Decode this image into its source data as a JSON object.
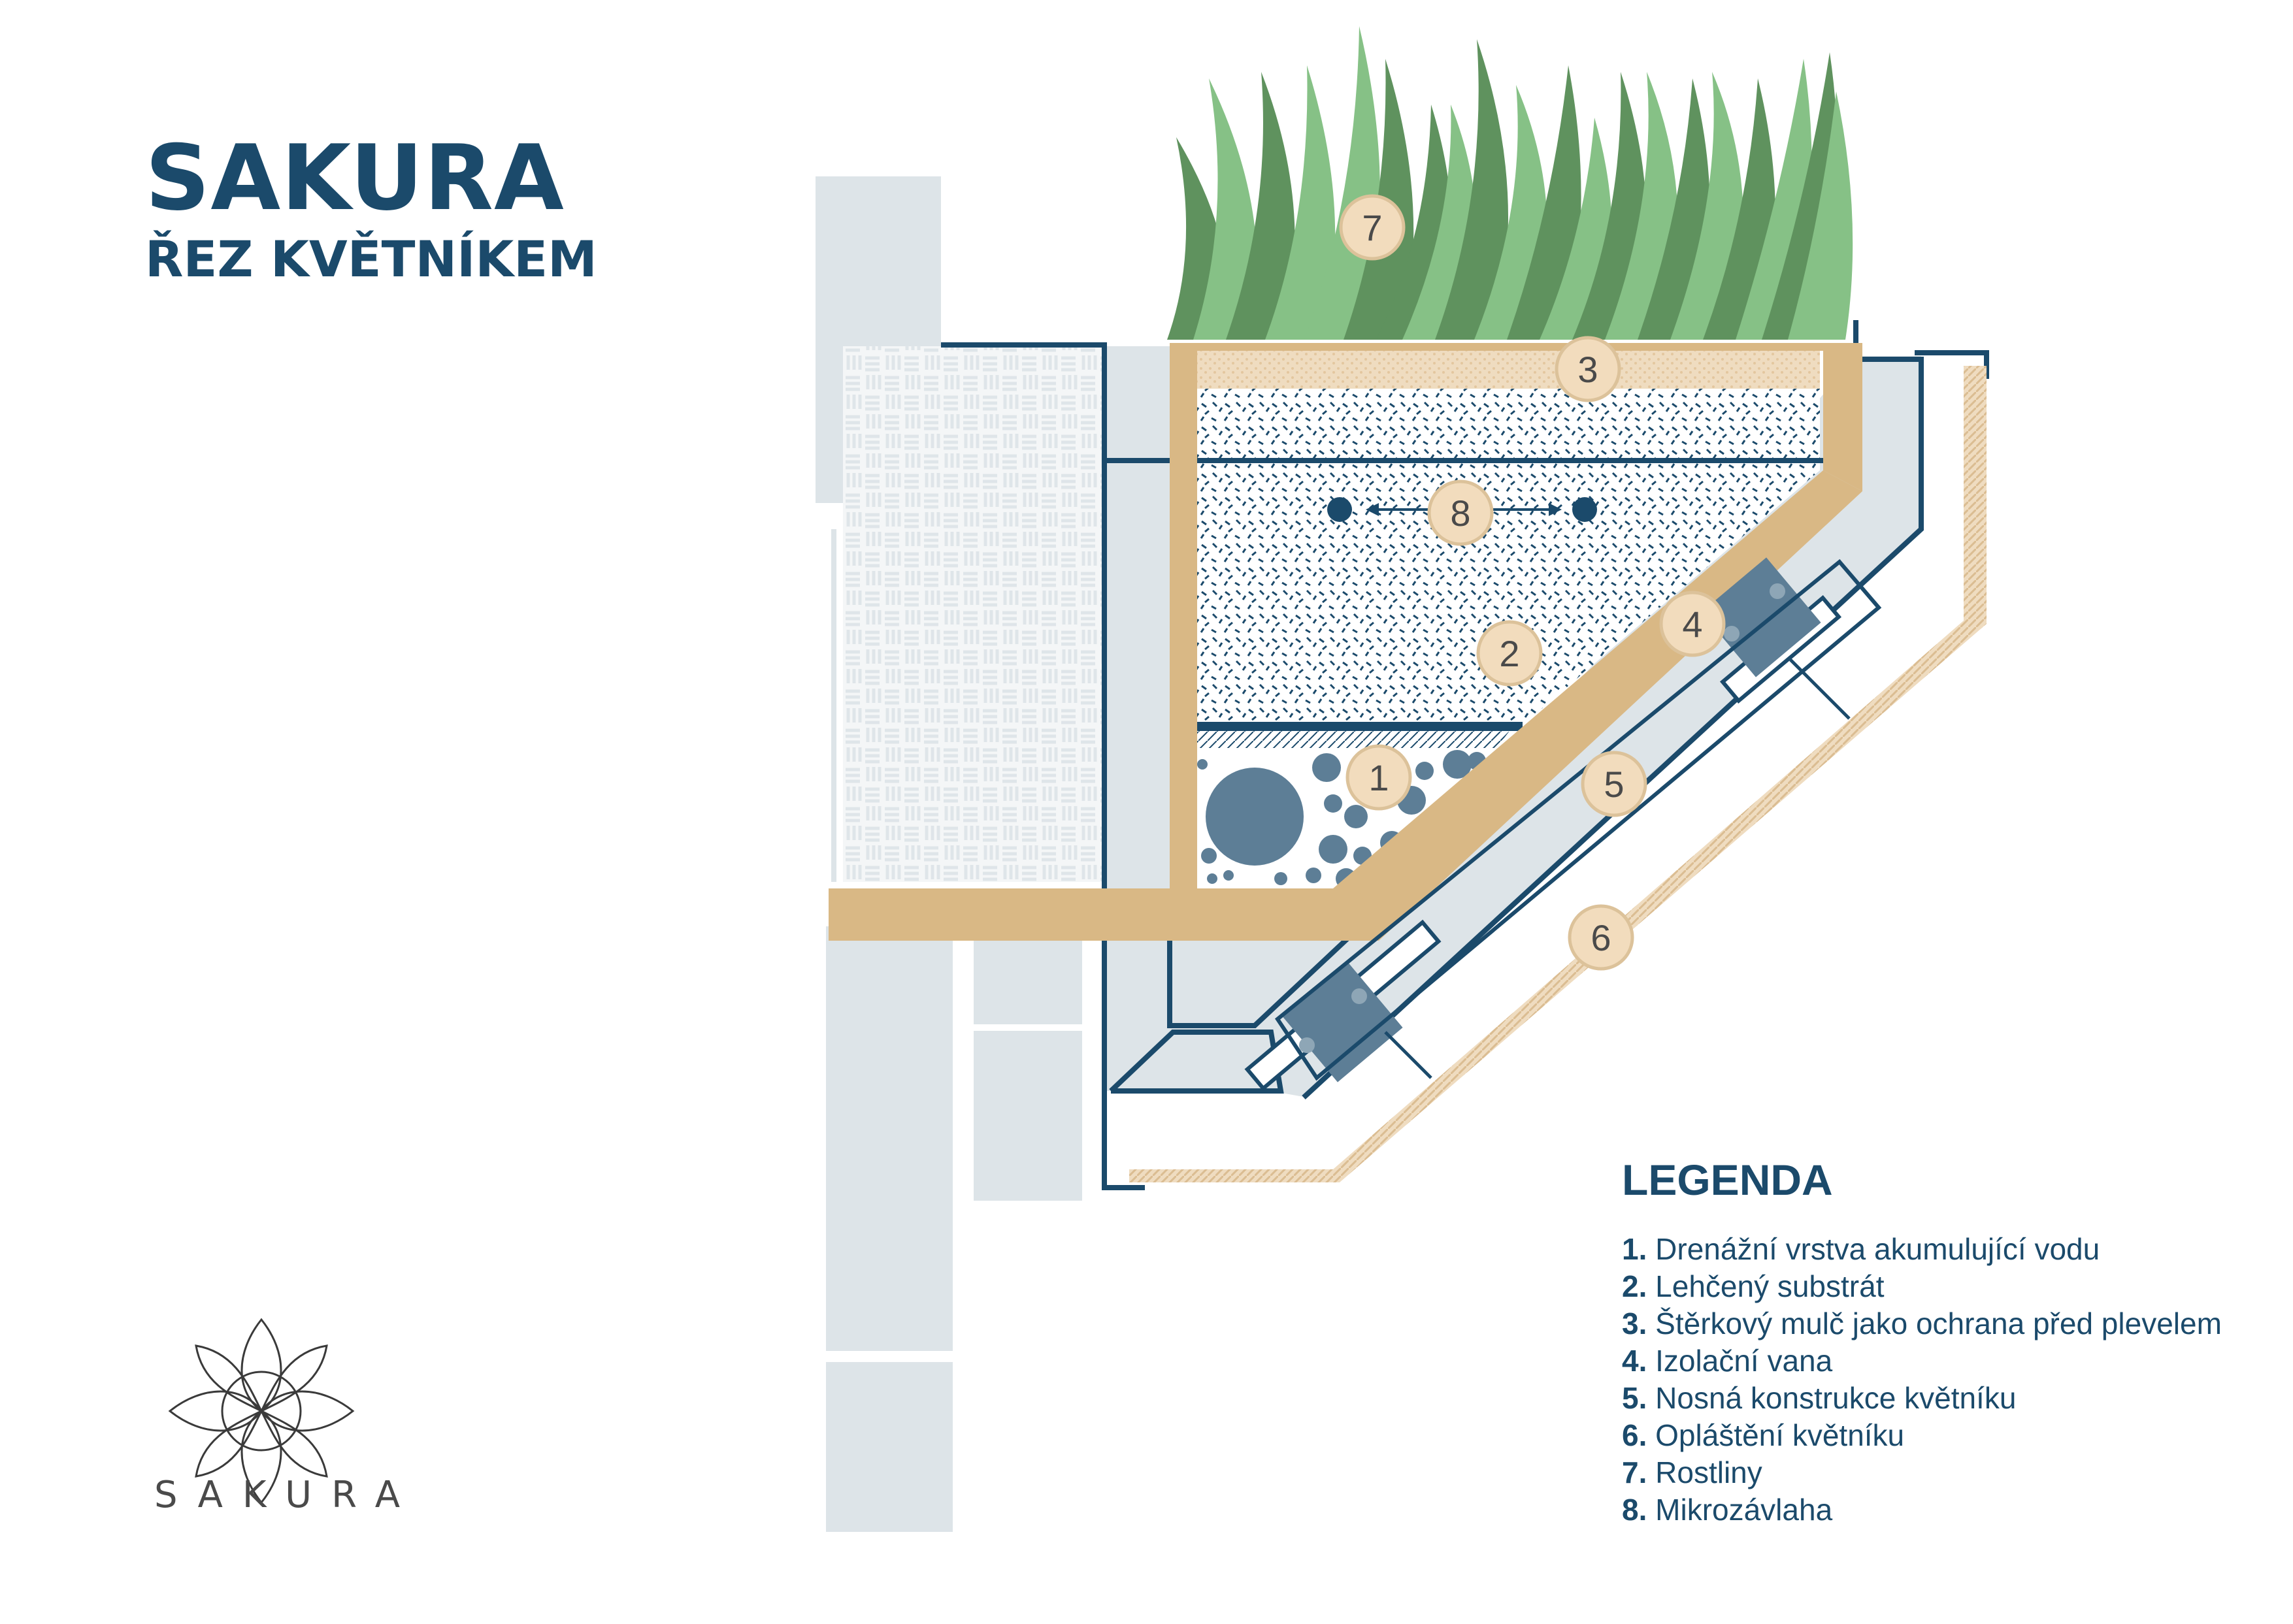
{
  "header": {
    "title": "SAKURA",
    "subtitle": "ŘEZ KVĚTNÍKEM"
  },
  "legend": {
    "title": "LEGENDA",
    "items": [
      {
        "num": "1.",
        "text": " Drenážní vrstva akumulující vodu"
      },
      {
        "num": "2.",
        "text": " Lehčený substrát"
      },
      {
        "num": "3.",
        "text": " Štěrkový mulč jako ochrana před plevelem"
      },
      {
        "num": "4.",
        "text": " Izolační vana"
      },
      {
        "num": "5.",
        "text": " Nosná konstrukce květníku"
      },
      {
        "num": "6.",
        "text": " Opláštění květníku"
      },
      {
        "num": "7.",
        "text": " Rostliny"
      },
      {
        "num": "8.",
        "text": " Mikrozávlaha"
      }
    ]
  },
  "badges": [
    "1",
    "2",
    "3",
    "4",
    "5",
    "6",
    "7",
    "8"
  ],
  "logo": {
    "text": "SAKURA",
    "icon": "lotus-flower-icon"
  },
  "colors": {
    "navy": "#1b4a6b",
    "wood": "#d9b885",
    "gravel": "#efdcc0",
    "grass_dark": "#5f925e",
    "grass_light": "#86c186",
    "concrete": "#dde4e8",
    "badge_fill": "#f2dcbd",
    "badge_stroke": "#dcc29a",
    "stone": "#5d7e96"
  }
}
